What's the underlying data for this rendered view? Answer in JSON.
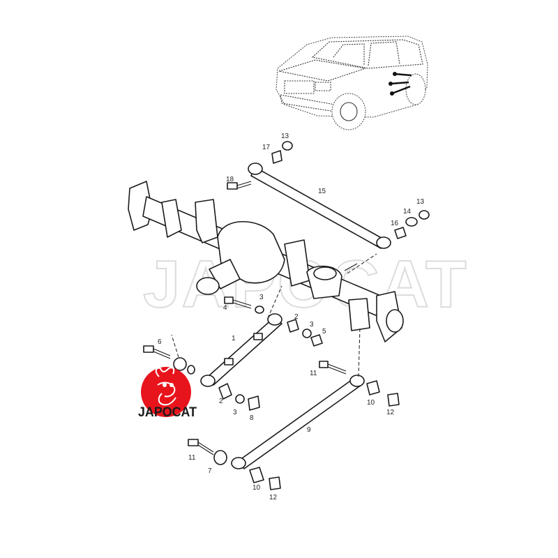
{
  "watermark": {
    "text": "JAPOCAT"
  },
  "logo": {
    "text": "JAPOCAT",
    "badge_color": "#e8141c"
  },
  "callouts": [
    {
      "id": "c13a",
      "label": "13"
    },
    {
      "id": "c17",
      "label": "17"
    },
    {
      "id": "c18",
      "label": "18"
    },
    {
      "id": "c15",
      "label": "15"
    },
    {
      "id": "c13b",
      "label": "13"
    },
    {
      "id": "c14",
      "label": "14"
    },
    {
      "id": "c16",
      "label": "16"
    },
    {
      "id": "c4",
      "label": "4"
    },
    {
      "id": "c3a",
      "label": "3"
    },
    {
      "id": "c2a",
      "label": "2"
    },
    {
      "id": "c3b",
      "label": "3"
    },
    {
      "id": "c5",
      "label": "5"
    },
    {
      "id": "c1",
      "label": "1"
    },
    {
      "id": "c6",
      "label": "6"
    },
    {
      "id": "c7a",
      "label": "7"
    },
    {
      "id": "c3c",
      "label": "3"
    },
    {
      "id": "c2b",
      "label": "2"
    },
    {
      "id": "c3d",
      "label": "3"
    },
    {
      "id": "c8",
      "label": "8"
    },
    {
      "id": "c11a",
      "label": "11"
    },
    {
      "id": "c10a",
      "label": "10"
    },
    {
      "id": "c12a",
      "label": "12"
    },
    {
      "id": "c9",
      "label": "9"
    },
    {
      "id": "c11b",
      "label": "11"
    },
    {
      "id": "c7b",
      "label": "7"
    },
    {
      "id": "c10b",
      "label": "10"
    },
    {
      "id": "c12b",
      "label": "12"
    }
  ]
}
